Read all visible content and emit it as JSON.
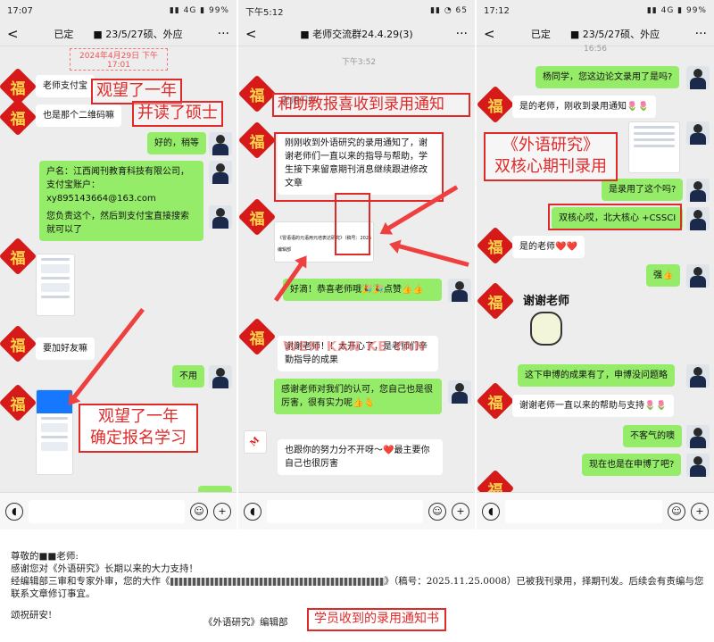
{
  "panel1": {
    "status": {
      "time": "17:07",
      "battery": "99%"
    },
    "header": {
      "back": "<",
      "title": "已定　　■ 23/5/27硕、外应",
      "more": "···"
    },
    "timestamp": "2024年4月29日 下午17:01",
    "messages": {
      "m1": "老师支付宝",
      "m2": "也是那个二维码嘛",
      "m3": "好的，稍等",
      "m4": "户名：江西闻刊教育科技有限公司，支付宝账户：xy895143664@163.com",
      "m5": "您负责这个，然后到支付宝直接搜索就可以了",
      "m6": "要加好友嘛",
      "m7": "不用"
    },
    "notes": {
      "n1": "观望了一年",
      "n2": "并读了硕士",
      "n3a": "观望了一年",
      "n3b": "确定报名学习"
    }
  },
  "panel2": {
    "status": {
      "time": "下午5:12",
      "battery": "65"
    },
    "header": {
      "back": "<",
      "title": "■ 老师交流群24.4.29(3)",
      "more": "···"
    },
    "timestamp": "下午3:52",
    "messages": {
      "sender1": "老师们好",
      "m1": "刚刚收到外语研究的录用通知了，谢谢老师们一直以来的指导与帮助，学生接下来留意期刊消息继续跟进修改文章",
      "doc_title": "《冒语语的元语用元培表达研究》（稿号：2025",
      "doc_footer": "编辑部",
      "m2": "好滴！恭喜老师哦🎉🎉点赞👍👍",
      "m3": "谢谢老师！！太开心了，是老师们辛勤指导的成果",
      "m4": "感谢老师对我们的认可，您自己也是很厉害，很有实力呢👍🫰",
      "m5": "也跟你的努力分不开呀～❤️最主要你自己也很厉害"
    },
    "note": "和助教报喜收到录用通知",
    "watermark": "WEN KAN KE YAN"
  },
  "panel3": {
    "status": {
      "time": "17:12",
      "battery": "99%"
    },
    "header": {
      "back": "<",
      "title": "已定　　■ 23/5/27硕、外应",
      "more": "···"
    },
    "timestamp": "16:56",
    "messages": {
      "m1": "杨同学，您这边论文录用了是吗?",
      "m2": "是的老师，刚收到录用通知🌷🌷",
      "m3": "是录用了这个吗?",
      "m4": "双核心哎，北大核心 +CSSCI",
      "m5": "是的老师❤️❤️",
      "m6": "强👍",
      "sticker": "谢谢老师",
      "m7": "这下申博的成果有了，申博没问题略",
      "m8": "谢谢老师一直以来的帮助与支持🌷🌷",
      "m9": "不客气的噢",
      "m10": "现在也是在申博了吧?"
    },
    "notes": {
      "n1a": "《外语研究》",
      "n1b": "双核心期刊录用"
    }
  },
  "letter": {
    "salutation": "尊敬的■■老师:",
    "line1": "感谢您对《外语研究》长期以来的大力支持！",
    "line2a": "经编辑部三审和专家外审，您的大作《",
    "line2b": "》（稿号：2025.11.25.0008）已被我刊录用，择期刊发。后续会有责编与您",
    "line3": "联系文章修订事宜。",
    "closing": "颂祝研安!",
    "signature": "《外语研究》编辑部",
    "caption": "学员收到的录用通知书"
  },
  "colors": {
    "bubble_sent": "#95ec69",
    "chat_bg": "#ededed",
    "annotation": "#e02a2a"
  },
  "icons": {
    "avatar_left": "福",
    "voice": "voice-icon",
    "emoji": "emoji-icon",
    "add": "plus-icon"
  }
}
